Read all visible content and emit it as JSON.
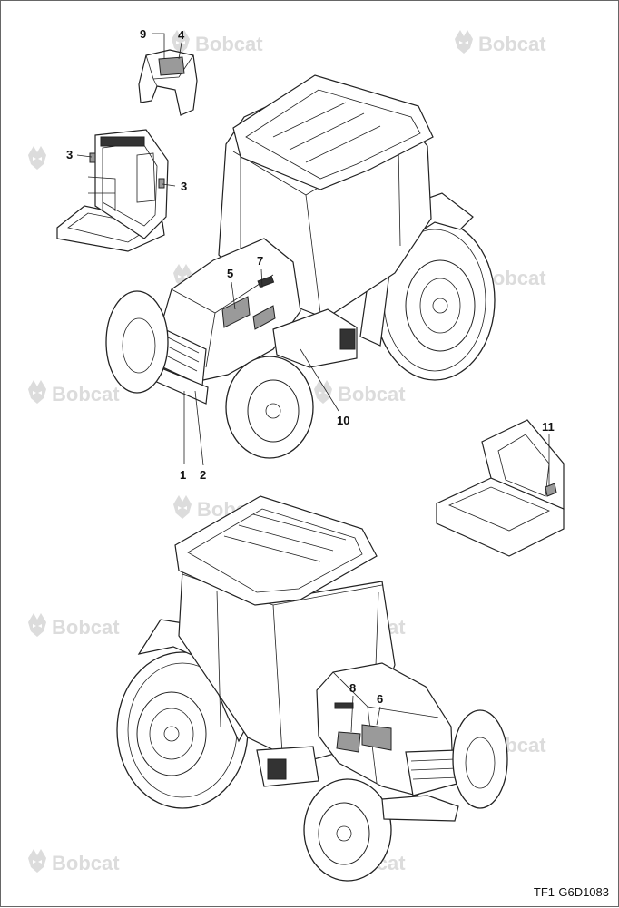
{
  "brand": {
    "watermark_text": "Bobcat",
    "watermark_color": "#dcdcdc"
  },
  "reference_code": "TF1-G6D1083",
  "callouts": [
    {
      "id": "c1",
      "label": "1"
    },
    {
      "id": "c2",
      "label": "2"
    },
    {
      "id": "c3a",
      "label": "3"
    },
    {
      "id": "c3b",
      "label": "3"
    },
    {
      "id": "c4",
      "label": "4"
    },
    {
      "id": "c5",
      "label": "5"
    },
    {
      "id": "c6",
      "label": "6"
    },
    {
      "id": "c7",
      "label": "7"
    },
    {
      "id": "c8",
      "label": "8"
    },
    {
      "id": "c9",
      "label": "9"
    },
    {
      "id": "c10",
      "label": "10"
    },
    {
      "id": "c11",
      "label": "11"
    }
  ],
  "icons": [
    "bobcat-logo-icon"
  ]
}
